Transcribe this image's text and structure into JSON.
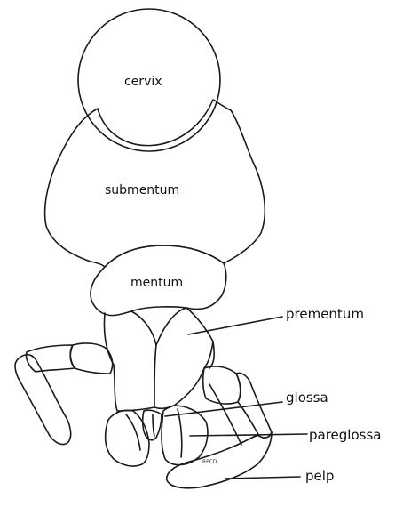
{
  "diagram": {
    "parts": {
      "cervix": "cervix",
      "submentum": "submentum",
      "mentum": "mentum"
    },
    "callouts": {
      "prementum": "prementum",
      "glossa": "glossa",
      "paraglossa": "pareglossa",
      "palp": "pelp"
    },
    "tiny_mark": "RFCD"
  }
}
